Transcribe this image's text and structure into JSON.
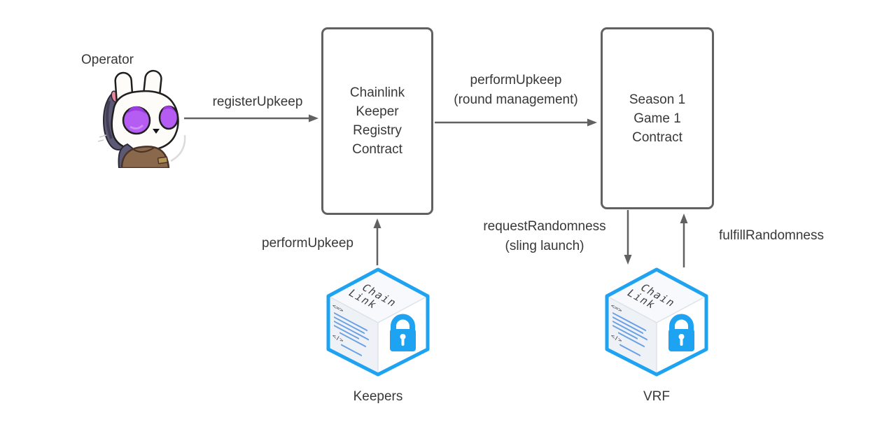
{
  "operator": {
    "label": "Operator"
  },
  "boxes": {
    "keeper_registry": {
      "lines": [
        "Chainlink",
        "Keeper",
        "Registry",
        "Contract"
      ]
    },
    "season_game": {
      "lines": [
        "Season 1",
        "Game 1",
        "Contract"
      ]
    }
  },
  "edges": {
    "register_upkeep": {
      "label": "registerUpkeep"
    },
    "perform_upkeep_round": {
      "line1": "performUpkeep",
      "line2": "(round management)"
    },
    "perform_upkeep_keepers": {
      "label": "performUpkeep"
    },
    "request_randomness": {
      "line1": "requestRandomness",
      "line2": "(sling launch)"
    },
    "fulfill_randomness": {
      "label": "fulfillRandomness"
    }
  },
  "services": {
    "keepers": {
      "label": "Keepers"
    },
    "vrf": {
      "label": "VRF"
    }
  },
  "cube": {
    "brand_line1": "Chain",
    "brand_line2": "Link",
    "open_tag": "<=>",
    "close_tag": "</>"
  },
  "colors": {
    "connector_gray": "#616161",
    "text": "#383838",
    "chainlink_blue": "#1ea2f2",
    "code_line_blue": "#6aa0e4",
    "operator_eye_purple": "#b55cf2",
    "operator_jacket_brown": "#8a684c",
    "operator_hood_gray": "#5c5974"
  }
}
